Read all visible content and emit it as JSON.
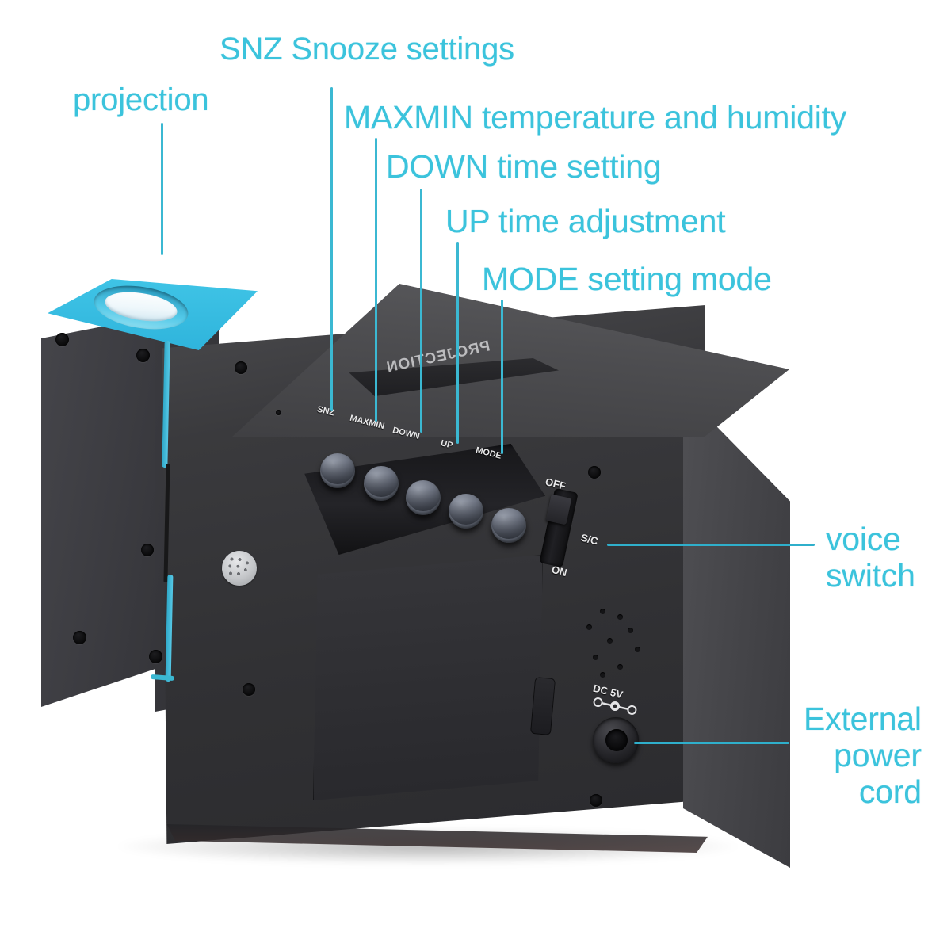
{
  "product": {
    "name": "projection-alarm-clock-rear-panel-diagram",
    "accent_color": "#3BC3DC",
    "line_color": "#2FAFCB",
    "body_color": "#3a3a3d",
    "blue_panel_color": "#3FC4E6"
  },
  "callouts": [
    {
      "id": "projection",
      "text": "projection"
    },
    {
      "id": "snooze",
      "text": "SNZ Snooze settings"
    },
    {
      "id": "maxmin",
      "text": "MAXMIN temperature and humidity"
    },
    {
      "id": "down",
      "text": "DOWN time setting"
    },
    {
      "id": "up",
      "text": "UP time adjustment"
    },
    {
      "id": "mode",
      "text": "MODE setting mode"
    },
    {
      "id": "voice-switch",
      "line1": "voice",
      "line2": "switch"
    },
    {
      "id": "external-power",
      "line1": "External",
      "line2": "power",
      "line3": "cord"
    }
  ],
  "device_labels": {
    "buttons": [
      "SNZ",
      "MAXMIN",
      "DOWN",
      "UP",
      "MODE"
    ],
    "switch": {
      "top": "OFF",
      "middle": "S/C",
      "bottom": "ON"
    },
    "power_port": "DC 5V",
    "brand": "PROJECTION"
  }
}
